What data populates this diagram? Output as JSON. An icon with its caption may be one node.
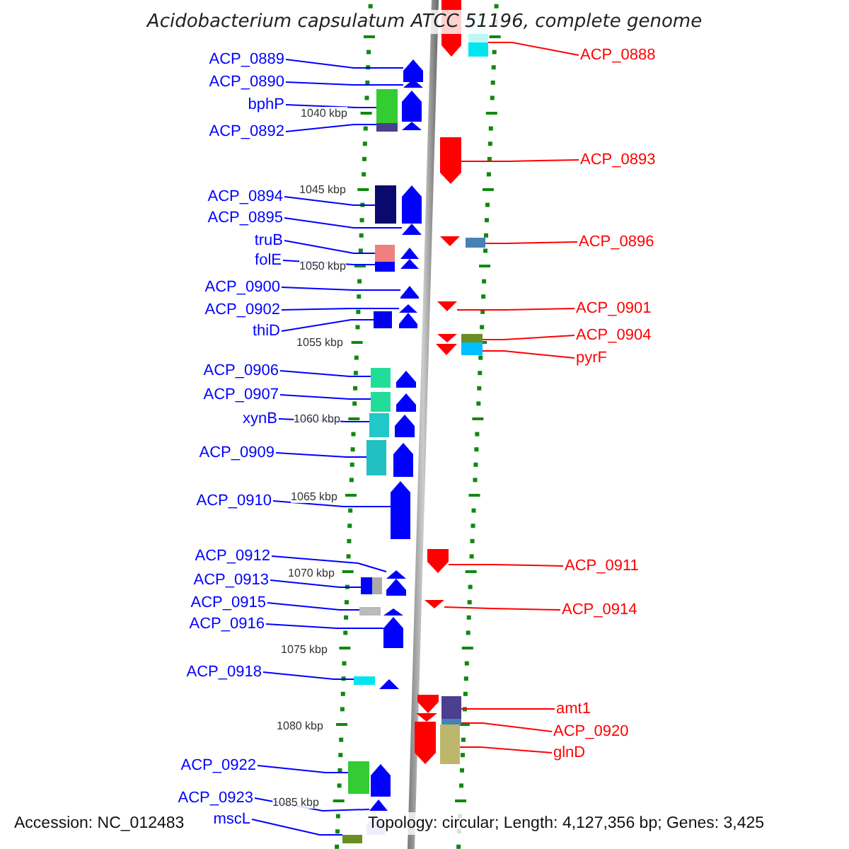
{
  "diagram": {
    "title": "Acidobacterium capsulatum ATCC 51196, complete genome",
    "nodes": [
      {
        "text": [
          "ACP_0889"
        ]
      },
      {
        "text": [
          "ACP_0890"
        ]
      },
      {
        "text": [
          "bphP"
        ]
      },
      {
        "text": [
          "ACP_0892"
        ]
      },
      {
        "text": [
          "ACP_0894"
        ]
      },
      {
        "text": [
          "ACP_0895"
        ]
      },
      {
        "text": [
          "truB"
        ]
      },
      {
        "text": [
          "folE"
        ]
      },
      {
        "text": [
          "ACP_0900"
        ]
      },
      {
        "text": [
          "ACP_0902"
        ]
      },
      {
        "text": [
          "thiD"
        ]
      },
      {
        "text": [
          "ACP_0906"
        ]
      },
      {
        "text": [
          "ACP_0907"
        ]
      },
      {
        "text": [
          "xynB"
        ]
      },
      {
        "text": [
          "ACP_0909"
        ]
      },
      {
        "text": [
          "ACP_0910"
        ]
      },
      {
        "text": [
          "ACP_0912"
        ]
      },
      {
        "text": [
          "ACP_0913"
        ]
      },
      {
        "text": [
          "ACP_0915"
        ]
      },
      {
        "text": [
          "ACP_0916"
        ]
      },
      {
        "text": [
          "ACP_0918"
        ]
      },
      {
        "text": [
          "ACP_0922"
        ]
      },
      {
        "text": [
          "ACP_0923"
        ]
      },
      {
        "text": [
          "mscL"
        ]
      },
      {
        "text": [
          "ACP_0888"
        ]
      },
      {
        "text": [
          "ACP_0893"
        ]
      },
      {
        "text": [
          "ACP_0896"
        ]
      },
      {
        "text": [
          "ACP_0901"
        ]
      },
      {
        "text": [
          "ACP_0904"
        ]
      },
      {
        "text": [
          "pyrF"
        ]
      },
      {
        "text": [
          "ACP_0911"
        ]
      },
      {
        "text": [
          "ACP_0914"
        ]
      },
      {
        "text": [
          "amt1"
        ]
      },
      {
        "text": [
          "ACP_0920"
        ]
      },
      {
        "text": [
          "glnD"
        ]
      },
      {
        "text": [],
        "shape": "arrow"
      },
      {
        "text": [],
        "shape": "arrow"
      },
      {
        "text": [],
        "shape": "arrow"
      },
      {
        "text": [],
        "shape": "arrow"
      },
      {
        "text": [],
        "shape": "arrow"
      },
      {
        "text": [],
        "shape": "arrow"
      },
      {
        "text": [],
        "shape": "arrow"
      },
      {
        "text": [],
        "shape": "arrow"
      },
      {
        "text": [],
        "shape": "arrow"
      },
      {
        "text": [],
        "shape": "arrow"
      },
      {
        "text": [],
        "shape": "arrow"
      },
      {
        "text": [],
        "shape": "arrow"
      },
      {
        "text": [],
        "shape": "arrow"
      },
      {
        "text": [],
        "shape": "arrow"
      },
      {
        "text": [],
        "shape": "arrow"
      },
      {
        "text": [],
        "shape": "arrow"
      },
      {
        "text": [],
        "shape": "arrow"
      },
      {
        "text": [],
        "shape": "arrow"
      },
      {
        "text": [],
        "shape": "arrow"
      },
      {
        "text": [],
        "shape": "arrow"
      },
      {
        "text": [],
        "shape": "arrow"
      },
      {
        "text": [],
        "shape": "arrow"
      },
      {
        "text": [],
        "shape": "arrow"
      },
      {
        "text": [],
        "shape": "arrow"
      },
      {
        "text": [],
        "shape": "arrow"
      },
      {
        "text": [],
        "shape": "arrow"
      },
      {
        "text": [],
        "shape": "arrow"
      },
      {
        "text": [],
        "shape": "arrow"
      },
      {
        "text": [],
        "shape": "arrow"
      },
      {
        "text": [],
        "shape": "arrow"
      },
      {
        "text": [],
        "shape": "arrow"
      },
      {
        "text": [],
        "shape": "arrow"
      },
      {
        "text": [],
        "shape": "arrow"
      },
      {
        "text": [],
        "shape": "arrow"
      },
      {
        "text": [],
        "shape": "arrow"
      }
    ],
    "edges": [
      {
        "from": 0,
        "to": 35,
        "arrow": "none"
      },
      {
        "from": 1,
        "to": 36,
        "arrow": "none"
      },
      {
        "from": 2,
        "to": 37,
        "arrow": "none"
      },
      {
        "from": 3,
        "to": 38,
        "arrow": "none"
      },
      {
        "from": 4,
        "to": 39,
        "arrow": "none"
      },
      {
        "from": 5,
        "to": 40,
        "arrow": "none"
      },
      {
        "from": 6,
        "to": 41,
        "arrow": "none"
      },
      {
        "from": 7,
        "to": 42,
        "arrow": "none"
      },
      {
        "from": 8,
        "to": 43,
        "arrow": "none"
      },
      {
        "from": 9,
        "to": 44,
        "arrow": "none"
      },
      {
        "from": 10,
        "to": 45,
        "arrow": "none"
      },
      {
        "from": 11,
        "to": 46,
        "arrow": "none"
      },
      {
        "from": 12,
        "to": 47,
        "arrow": "none"
      },
      {
        "from": 13,
        "to": 48,
        "arrow": "none"
      },
      {
        "from": 14,
        "to": 49,
        "arrow": "none"
      },
      {
        "from": 15,
        "to": 50,
        "arrow": "none"
      },
      {
        "from": 16,
        "to": 51,
        "arrow": "none"
      },
      {
        "from": 17,
        "to": 52,
        "arrow": "none"
      },
      {
        "from": 18,
        "to": 53,
        "arrow": "none"
      },
      {
        "from": 19,
        "to": 54,
        "arrow": "none"
      },
      {
        "from": 20,
        "to": 55,
        "arrow": "none"
      },
      {
        "from": 21,
        "to": 56,
        "arrow": "none"
      },
      {
        "from": 22,
        "to": 57,
        "arrow": "none"
      },
      {
        "from": 23,
        "to": 58,
        "arrow": "none"
      },
      {
        "from": 24,
        "to": 59,
        "arrow": "none",
        "color": "#ff0000"
      },
      {
        "from": 25,
        "to": 60,
        "arrow": "none",
        "color": "#ff0000"
      },
      {
        "from": 26,
        "to": 61,
        "arrow": "none",
        "color": "#ff0000"
      },
      {
        "from": 27,
        "to": 62,
        "arrow": "none",
        "color": "#ff0000"
      },
      {
        "from": 28,
        "to": 63,
        "arrow": "none",
        "color": "#ff0000"
      },
      {
        "from": 29,
        "to": 64,
        "arrow": "none",
        "color": "#ff0000"
      },
      {
        "from": 30,
        "to": 65,
        "arrow": "none",
        "color": "#ff0000"
      },
      {
        "from": 31,
        "to": 66,
        "arrow": "none",
        "color": "#ff0000"
      },
      {
        "from": 32,
        "to": 67,
        "arrow": "none",
        "color": "#ff0000"
      },
      {
        "from": 33,
        "to": 68,
        "arrow": "none",
        "color": "#ff0000"
      },
      {
        "from": 34,
        "to": 69,
        "arrow": "none",
        "color": "#ff0000"
      }
    ],
    "labels": [
      "1040 kbp",
      "1045 kbp",
      "1050 kbp",
      "1055 kbp",
      "1060 kbp",
      "1065 kbp",
      "1070 kbp",
      "1075 kbp",
      "1080 kbp",
      "1085 kbp",
      "Accession: NC_012483",
      "Topology: circular; Length: 4,127,356 bp; Genes: 3,425"
    ]
  }
}
